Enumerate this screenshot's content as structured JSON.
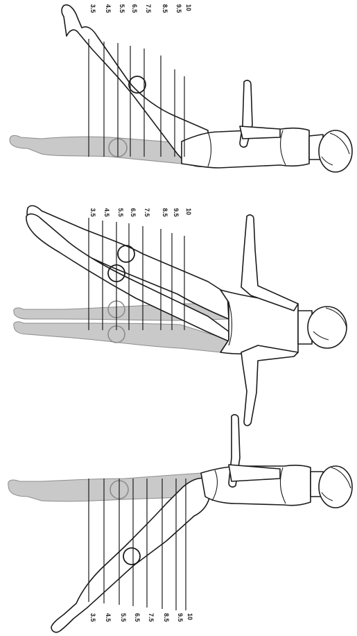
{
  "scale_labels": [
    "3.5",
    "4.5",
    "5.5",
    "6.5",
    "7.5",
    "8.5",
    "9.5",
    "10"
  ],
  "colors": {
    "outline": "#1a1a1a",
    "shadow_fill": "#c9c9c9",
    "shadow_stroke": "#8c8c8c",
    "background": "#ffffff"
  }
}
